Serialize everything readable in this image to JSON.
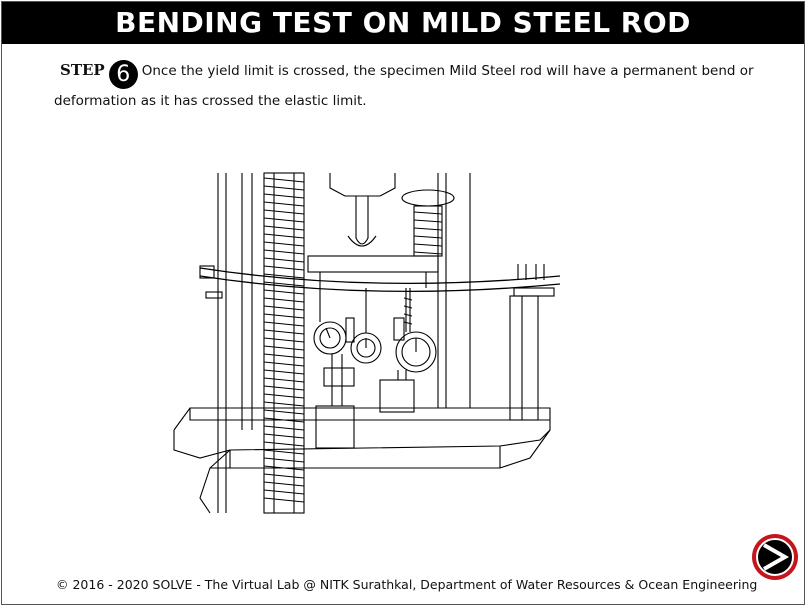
{
  "header": {
    "title": "BENDING TEST ON MILD STEEL ROD"
  },
  "step": {
    "label": "STEP",
    "number": "6",
    "text": "Once the yield limit is crossed, the specimen Mild Steel rod will have a permanent bend or deformation as it has crossed the elastic limit."
  },
  "navigation": {
    "next_icon": "next-arrow-icon"
  },
  "footer": {
    "text": "© 2016 - 2020 SOLVE - The Virtual Lab @ NITK Surathkal, Department of Water Resources & Ocean Engineering"
  },
  "colors": {
    "title_bg": "#000000",
    "title_fg": "#ffffff",
    "next_ring": "#c4161c"
  }
}
